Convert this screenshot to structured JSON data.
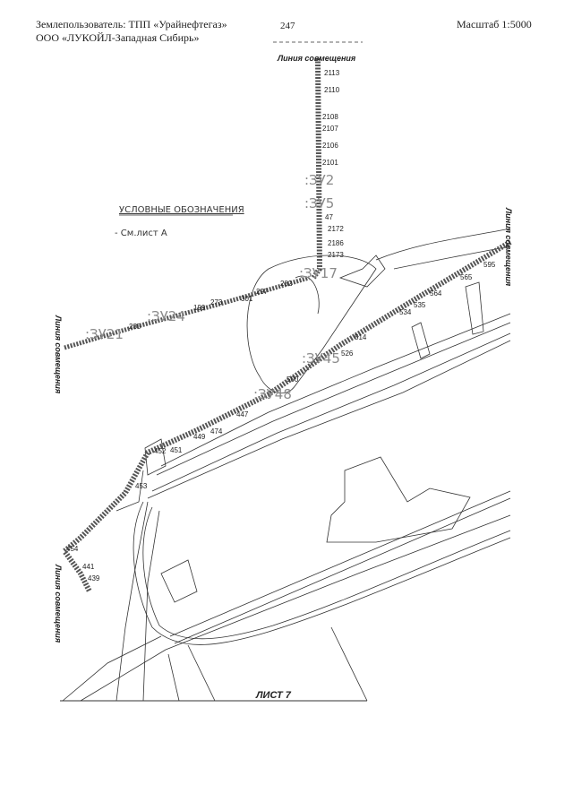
{
  "header": {
    "land_user_line1": "Землепользователь: ТПП «Урайнефтегаз»",
    "land_user_line2": "ООО «ЛУКОЙЛ-Западная Сибирь»",
    "page_number": "247",
    "scale": "Масштаб 1:5000"
  },
  "legend": {
    "title": "УСЛОВНЫЕ ОБОЗНАЧЕНИЯ",
    "item": "- См.лист А"
  },
  "join_line_label": "Линия совмещения",
  "sheet_label": "ЛИСТ 7",
  "plots": [
    ":ЗУ2",
    ":ЗУ5",
    ":ЗУ17",
    ":ЗУ24",
    ":ЗУ21",
    ":ЗУ45",
    ":ЗУ48"
  ],
  "points": [
    "2113",
    "2110",
    "2108",
    "2107",
    "2106",
    "2101",
    "47",
    "2172",
    "2186",
    "2173",
    "595",
    "565",
    "564",
    "535",
    "534",
    "514",
    "526",
    "500",
    "297",
    "282",
    "301",
    "273",
    "199",
    "235",
    "447",
    "474",
    "449",
    "452",
    "451",
    "453",
    "454",
    "441",
    "439"
  ],
  "colors": {
    "pipeline": "#555555",
    "lines": "#333333",
    "plot_label": "#8a8a8a"
  }
}
